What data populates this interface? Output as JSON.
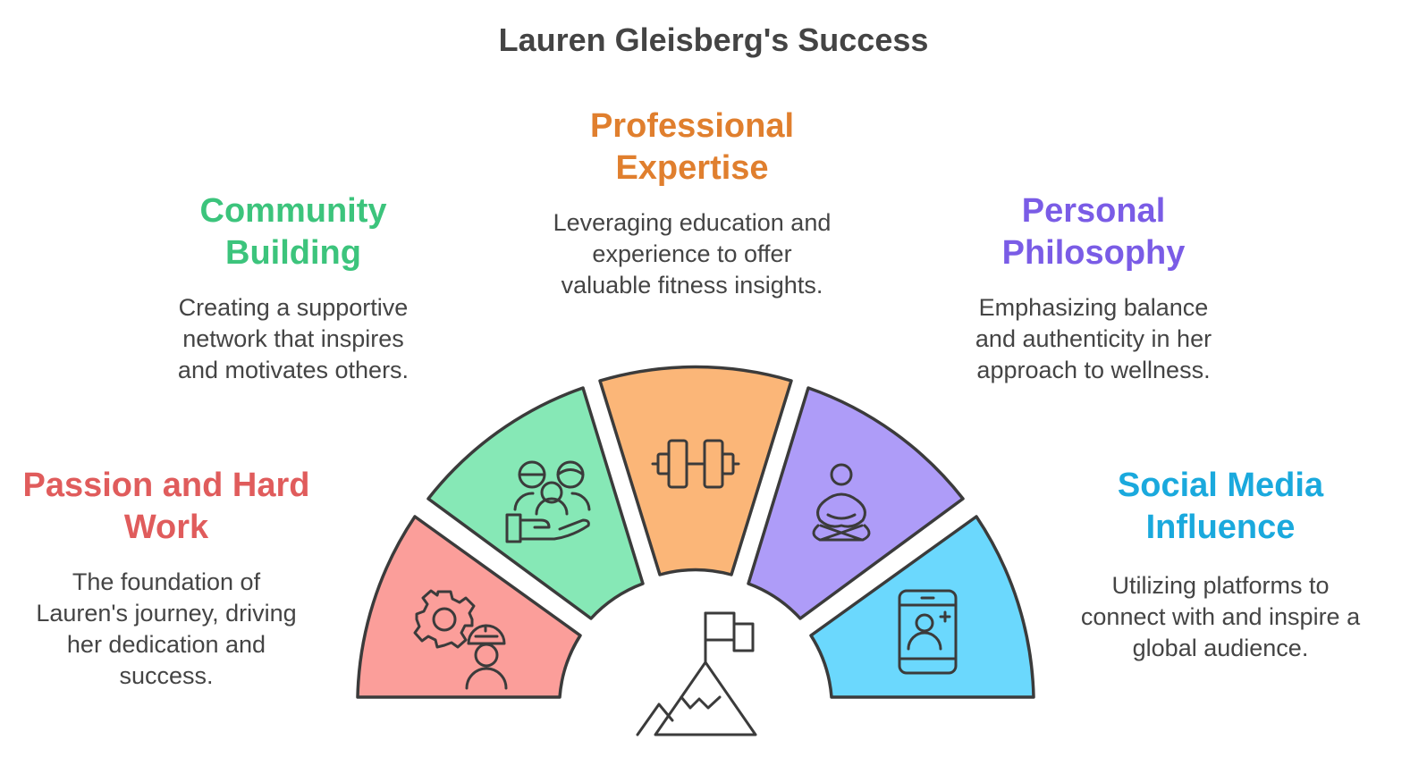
{
  "title": "Lauren Gleisberg's Success",
  "segments": [
    {
      "heading": "Passion and Hard Work",
      "description": "The foundation of Lauren's journey, driving her dedication and success.",
      "color": "#e05c5c",
      "fill": "#fb9e9a",
      "icon": "gear-worker-icon"
    },
    {
      "heading": "Community Building",
      "description": "Creating a supportive network that inspires and motivates others.",
      "color": "#3cc47c",
      "fill": "#86e8b6",
      "icon": "community-hand-icon"
    },
    {
      "heading": "Professional Expertise",
      "description": "Leveraging education and experience to offer valuable fitness insights.",
      "color": "#e07f2e",
      "fill": "#fbb678",
      "icon": "dumbbell-icon"
    },
    {
      "heading": "Personal Philosophy",
      "description": "Emphasizing balance and authenticity in her approach to wellness.",
      "color": "#7a5ce6",
      "fill": "#ae9cf8",
      "icon": "meditation-icon"
    },
    {
      "heading": "Social Media Influence",
      "description": "Utilizing platforms to connect with and inspire a global audience.",
      "color": "#1aa9dd",
      "fill": "#6bd8fd",
      "icon": "phone-add-user-icon"
    }
  ],
  "center_icon": "mountain-flag-icon",
  "stroke_color": "#3b3b3b"
}
